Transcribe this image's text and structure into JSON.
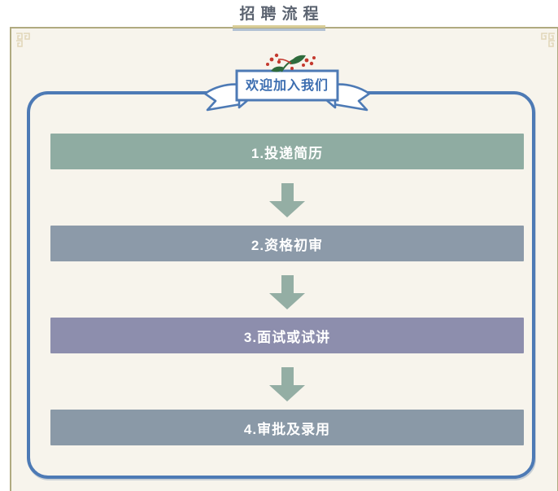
{
  "page": {
    "title": "招聘流程",
    "background_color": "#f7f4ec",
    "frame_border_color": "#b0aa80",
    "title_color": "#5b6370",
    "underline_gold": "#d9cd97",
    "underline_blue": "#b2c1d3"
  },
  "banner": {
    "label": "欢迎加入我们",
    "icon": "berry-flower-icon",
    "border_color": "#4d7ab5",
    "text_color": "#3b6db0",
    "berry_red": "#c4392e",
    "leaf_green": "#2f6b3c"
  },
  "flow": {
    "container_border_color": "#4d7ab5",
    "arrow_color": "#94aea4",
    "steps": [
      {
        "label": "1.投递简历",
        "color": "#8faca2"
      },
      {
        "label": "2.资格初审",
        "color": "#8c9aa9"
      },
      {
        "label": "3.面试或试讲",
        "color": "#8d8ead"
      },
      {
        "label": "4.审批及录用",
        "color": "#8a99a7"
      }
    ]
  }
}
